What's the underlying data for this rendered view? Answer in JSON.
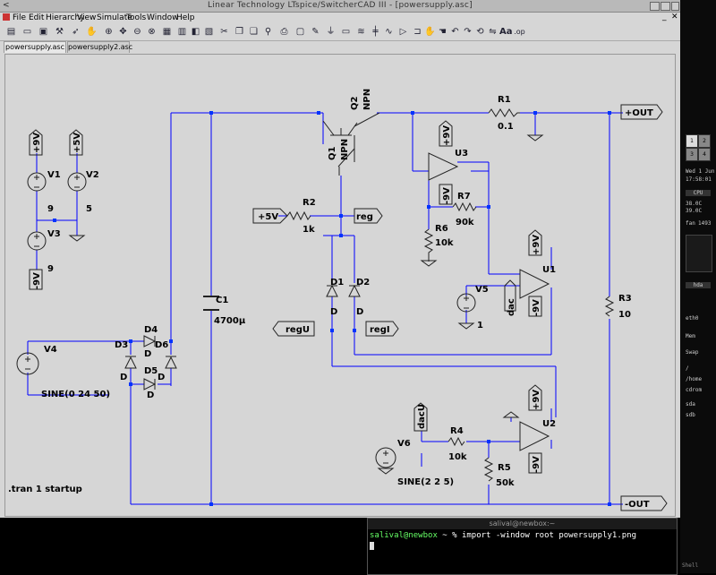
{
  "window": {
    "title": "Linear Technology LTspice/SwitcherCAD III - [powersupply.asc]"
  },
  "menu": [
    "File",
    "Edit",
    "Hierarchy",
    "View",
    "Simulate",
    "Tools",
    "Window",
    "Help"
  ],
  "tabs": [
    "powersupply.asc",
    "powersupply2.asc"
  ],
  "toolbar_icons": [
    "new-icon",
    "open-icon",
    "save-icon",
    "control-panel-icon",
    "run-icon",
    "halt-icon",
    "zoom-in-icon",
    "pan-icon",
    "zoom-out-icon",
    "zoom-fit-icon",
    "waveform-icon",
    "tile-icon",
    "cascade-icon",
    "close-all-icon",
    "cut-icon",
    "copy-icon",
    "paste-icon",
    "find-icon",
    "print-icon",
    "print-preview-icon",
    "wire-icon",
    "ground-icon",
    "label-icon",
    "resistor-icon",
    "capacitor-icon",
    "inductor-icon",
    "diode-icon",
    "component-icon",
    "move-icon",
    "drag-icon",
    "undo-icon",
    "redo-icon",
    "rotate-icon",
    "mirror-icon",
    "text-icon",
    "spice-directive-icon"
  ],
  "schematic": {
    "net_labels": {
      "out_pos": "+OUT",
      "out_neg": "-OUT",
      "v5": "+5V",
      "reg": "reg",
      "regU": "regU",
      "regI": "regI",
      "dacU": "dacU",
      "dac": "dac"
    },
    "components": {
      "V1": {
        "name": "V1",
        "value": "9"
      },
      "V2": {
        "name": "V2",
        "value": "5"
      },
      "V3": {
        "name": "V3",
        "value": "9"
      },
      "V4": {
        "name": "V4",
        "value": "SINE(0 24 50)"
      },
      "V5": {
        "name": "V5",
        "value": "1"
      },
      "V6": {
        "name": "V6",
        "value": "SINE(2 2 5)"
      },
      "Q1": {
        "name": "Q1",
        "value": "NPN"
      },
      "Q2": {
        "name": "Q2",
        "value": "NPN"
      },
      "R1": {
        "name": "R1",
        "value": "0.1"
      },
      "R2": {
        "name": "R2",
        "value": "1k"
      },
      "R3": {
        "name": "R3",
        "value": "10"
      },
      "R4": {
        "name": "R4",
        "value": "10k"
      },
      "R5": {
        "name": "R5",
        "value": "50k"
      },
      "R6": {
        "name": "R6",
        "value": "10k"
      },
      "R7": {
        "name": "R7",
        "value": "90k"
      },
      "C1": {
        "name": "C1",
        "value": "4700µ"
      },
      "D1": {
        "name": "D1",
        "value": "D"
      },
      "D2": {
        "name": "D2",
        "value": "D"
      },
      "D3": {
        "name": "D3",
        "value": "D"
      },
      "D4": {
        "name": "D4",
        "value": "D"
      },
      "D5": {
        "name": "D5",
        "value": "D"
      },
      "D6": {
        "name": "D6",
        "value": "D"
      },
      "U1": {
        "name": "U1"
      },
      "U2": {
        "name": "U2"
      },
      "U3": {
        "name": "U3"
      }
    },
    "supply_flags": {
      "p9": "+9V",
      "n9": "-9V",
      "p5": "+5V"
    },
    "directive": ".tran 1 startup"
  },
  "terminal": {
    "title": "salival@newbox:~",
    "user": "salival@newbox",
    "command": " ~ % import -window root powersupply1.png"
  },
  "sidebar": {
    "workspaces": [
      "1",
      "2",
      "3",
      "4"
    ],
    "date": "Wed 1 Jun",
    "time": "17:58:01",
    "cpu_label": "CPU",
    "cpu_temp1": "38.0C",
    "cpu_temp2": "39.0C",
    "fan": "fan",
    "fan_rpm": "1493",
    "mem": "Mem",
    "swap": "Swap",
    "hda": "hda",
    "eth0": "eth0",
    "mounts": [
      "/",
      "/home",
      "cdrom",
      "sda",
      "sdb"
    ],
    "shell": "Shell"
  }
}
